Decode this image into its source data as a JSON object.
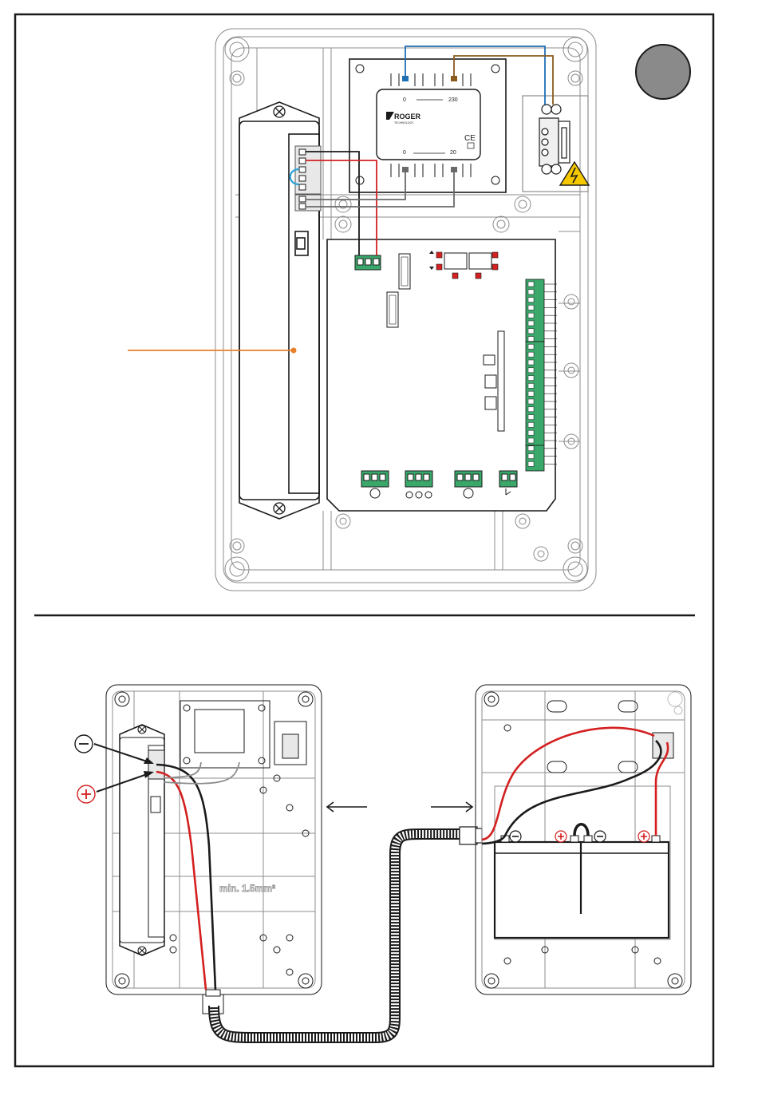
{
  "colors": {
    "frame": "#1a1a1a",
    "enclosure": "#8c8c8c",
    "wire_blue": "#1f6fb5",
    "wire_brown": "#8a5a1e",
    "wire_red": "#d42020",
    "wire_black": "#1a1a1a",
    "wire_gray": "#6a6a6a",
    "wire_cyan": "#2aa0d8",
    "terminal_green": "#39a86a",
    "leader_orange": "#e8812a",
    "badge_gray": "#8a8a8a",
    "warning_yellow": "#f5c800"
  },
  "transformer": {
    "brand": "ROGER",
    "brand_sub": "TECHNOLOGY",
    "primary_0": "0",
    "primary_230": "230",
    "secondary_0": "0",
    "secondary_20": "20",
    "ce_mark": "CE"
  },
  "battery": {
    "minus_symbol": "−",
    "plus_symbol": "+"
  },
  "cable_label": "min. 1.5mm²",
  "icons": [
    "warning-icon",
    "ground-icon",
    "screw-icon",
    "arrow-left-icon",
    "arrow-right-icon"
  ]
}
